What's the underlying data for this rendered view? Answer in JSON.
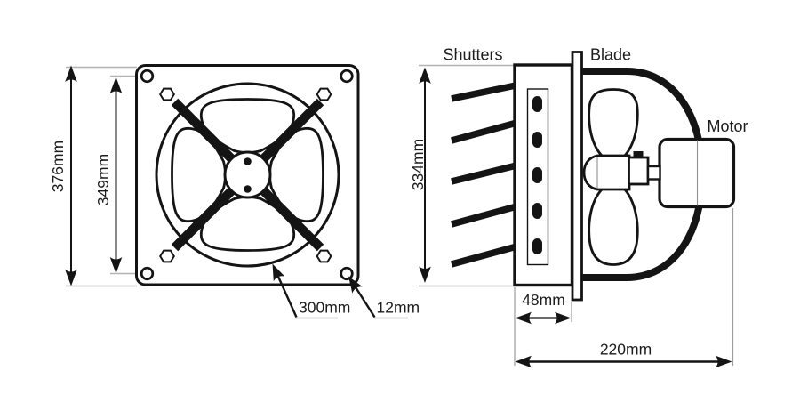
{
  "front_view": {
    "overall_height": "376mm",
    "hole_spacing": "349mm",
    "guard_diameter": "300mm",
    "hole_diameter": "12mm"
  },
  "side_view": {
    "shutters_label": "Shutters",
    "blade_label": "Blade",
    "motor_label": "Motor",
    "overall_height": "334mm",
    "frame_depth": "48mm",
    "overall_depth": "220mm"
  },
  "colors": {
    "line": "#141414",
    "extension_line": "#b3b3b3",
    "text": "#1c1c1c",
    "background": "#ffffff"
  }
}
